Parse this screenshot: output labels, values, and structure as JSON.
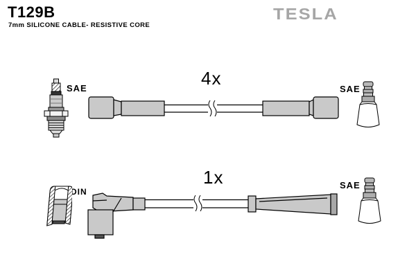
{
  "header": {
    "part_number": "T129B",
    "subtitle": "7mm SILICONE CABLE- RESISTIVE CORE",
    "brand": "TESLA"
  },
  "colors": {
    "part_gray": "#c9c9c9",
    "dark_gray": "#8f8f8f",
    "brand_gray": "#a6a6a6",
    "outline": "#000000",
    "background": "#ffffff"
  },
  "rows": [
    {
      "quantity_label": "4x",
      "left_connector_label": "SAE",
      "left_connector_icon": "spark-plug-icon",
      "right_connector_label": "SAE",
      "right_connector_icon": "sae-terminal-boot-icon",
      "cable_type": "straight boot both ends"
    },
    {
      "quantity_label": "1x",
      "left_connector_label": "DIN",
      "left_connector_icon": "din-socket-icon",
      "right_connector_label": "SAE",
      "right_connector_icon": "sae-terminal-boot-icon",
      "cable_type": "90-degree elbow boot to tapered boot"
    }
  ]
}
